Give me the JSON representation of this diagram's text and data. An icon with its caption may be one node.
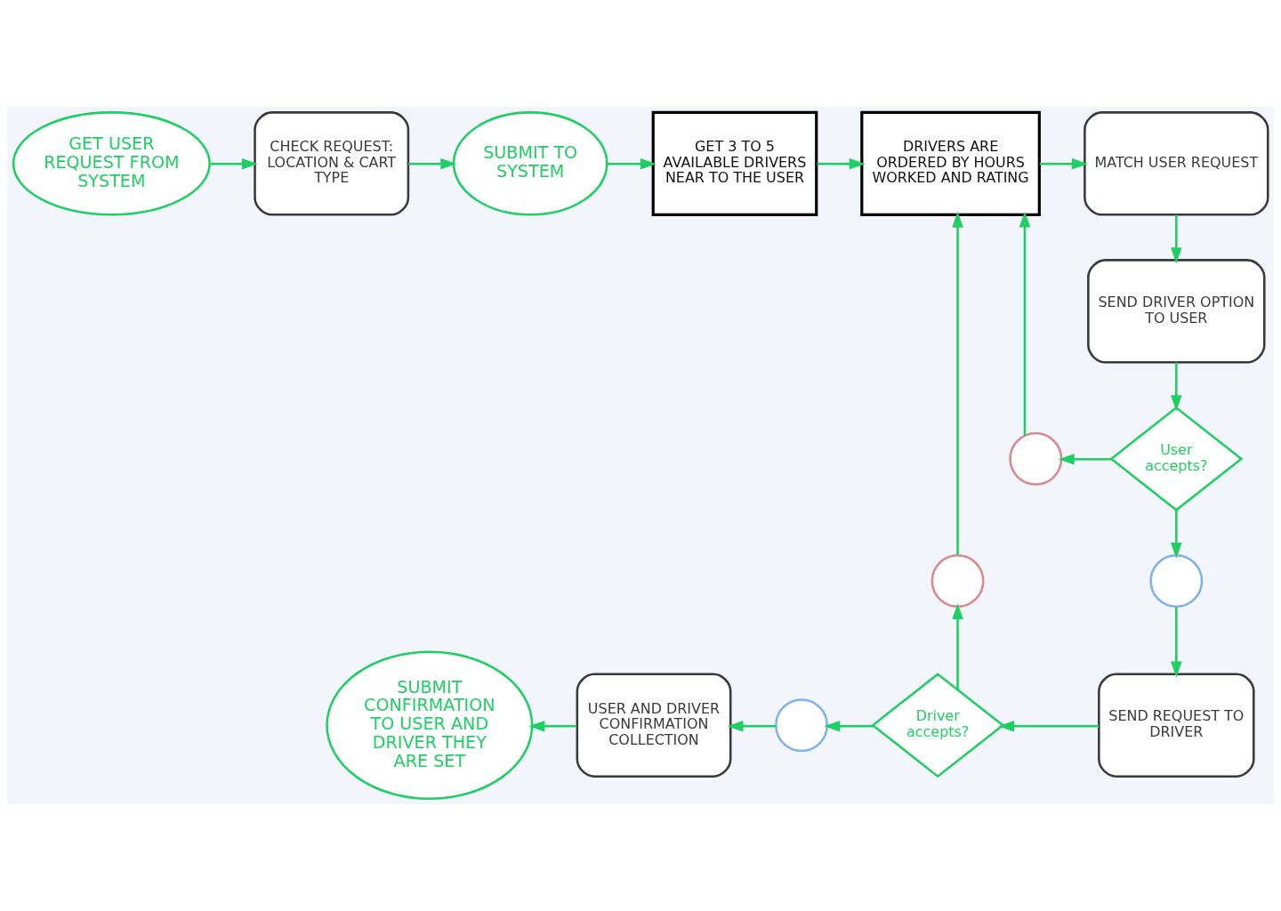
{
  "diagram": {
    "nodes": [
      {
        "text": [
          "GET USER REQUEST FROM SYSTEM"
        ]
      },
      {
        "text": [
          "CHECK REQUEST: LOCATION & CART TYPE"
        ]
      },
      {
        "text": [
          "SUBMIT TO SYSTEM"
        ]
      },
      {
        "text": [
          "GET 3 TO 5 AVAILABLE DRIVERS NEAR TO THE USER"
        ]
      },
      {
        "text": [
          "DRIVERS ARE ORDERED BY HOURS WORKED AND RATING"
        ]
      },
      {
        "text": [
          "MATCH USER REQUEST"
        ]
      },
      {
        "text": [
          "SEND DRIVER OPTION TO USER"
        ]
      },
      {
        "text": [
          "User accepts?"
        ]
      },
      {
        "text": [],
        "shape": "circle"
      },
      {
        "text": [],
        "shape": "circle"
      },
      {
        "text": [
          "SEND REQUEST TO DRIVER"
        ]
      },
      {
        "text": [
          "Driver accepts?"
        ]
      },
      {
        "text": [],
        "shape": "circle"
      },
      {
        "text": [],
        "shape": "circle"
      },
      {
        "text": [
          "USER AND DRIVER CONFIRMATION COLLECTION"
        ]
      },
      {
        "text": [
          "SUBMIT CONFIRMATION TO USER AND DRIVER THEY ARE SET"
        ]
      }
    ],
    "edges": [
      {
        "from": 0,
        "to": 1,
        "arrow": "to"
      },
      {
        "from": 1,
        "to": 2,
        "arrow": "to"
      },
      {
        "from": 2,
        "to": 3,
        "arrow": "to"
      },
      {
        "from": 3,
        "to": 4,
        "arrow": "to"
      },
      {
        "from": 4,
        "to": 5,
        "arrow": "to"
      },
      {
        "from": 5,
        "to": 6,
        "arrow": "to"
      },
      {
        "from": 6,
        "to": 7,
        "arrow": "to"
      },
      {
        "from": 7,
        "to": 8,
        "arrow": "to"
      },
      {
        "from": 8,
        "to": 4,
        "arrow": "to"
      },
      {
        "from": 7,
        "to": 9,
        "arrow": "to"
      },
      {
        "from": 9,
        "to": 10,
        "arrow": "to"
      },
      {
        "from": 10,
        "to": 11,
        "arrow": "to"
      },
      {
        "from": 11,
        "to": 12,
        "arrow": "to"
      },
      {
        "from": 12,
        "to": 4,
        "arrow": "to"
      },
      {
        "from": 11,
        "to": 13,
        "arrow": "to"
      },
      {
        "from": 13,
        "to": 14,
        "arrow": "to"
      },
      {
        "from": 14,
        "to": 15,
        "arrow": "to"
      }
    ]
  }
}
